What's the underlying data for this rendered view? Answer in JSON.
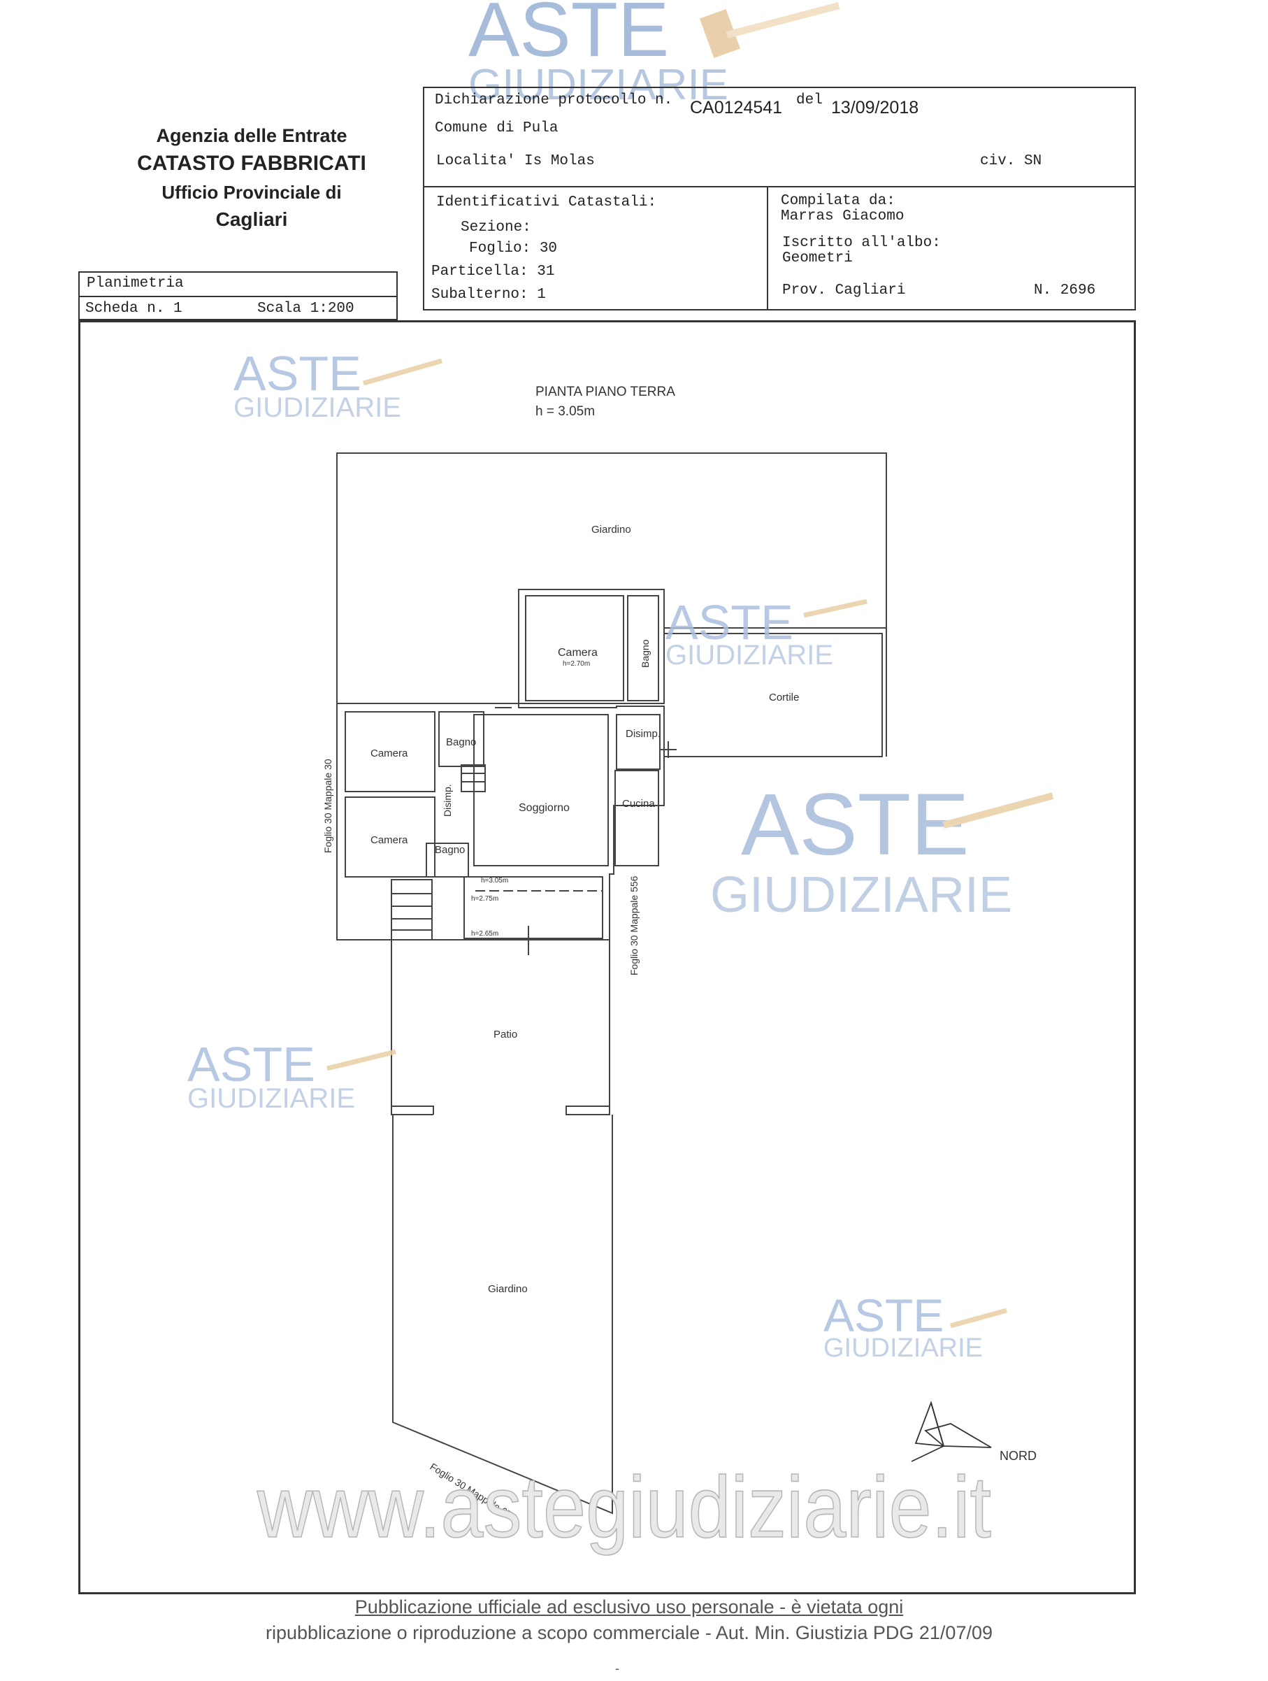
{
  "office": {
    "agency": "Agenzia delle Entrate",
    "catasto": "CATASTO FABBRICATI",
    "ufficio": "Ufficio Provinciale di",
    "city": "Cagliari"
  },
  "planimetria": {
    "title": "Planimetria",
    "scheda": "Scheda n. 1",
    "scala": "Scala 1:200"
  },
  "declaration": {
    "label": "Dichiarazione protocollo n.",
    "protocol": "CA0124541",
    "del_label": "del",
    "date": "13/09/2018",
    "comune": "Comune di Pula",
    "localita": "Localita' Is Molas",
    "civ": "civ. SN"
  },
  "identificativi": {
    "title": "Identificativi Catastali:",
    "sezione": "Sezione:",
    "foglio": "Foglio: 30",
    "particella": "Particella: 31",
    "subalterno": "Subalterno: 1"
  },
  "compilata": {
    "title": "Compilata da:",
    "name": "Marras Giacomo",
    "iscritto": "Iscritto all'albo:",
    "albo": "Geometri",
    "prov": "Prov. Cagliari",
    "numero": "N. 2696"
  },
  "plan": {
    "title": "PIANTA PIANO TERRA",
    "height": "h = 3.05m",
    "rooms": {
      "giardino_top": "Giardino",
      "camera_top": "Camera",
      "camera_top_h": "h=2.70m",
      "bagno_top": "Bagno",
      "cortile": "Cortile",
      "disimp_right": "Disimp.",
      "camera_left1": "Camera",
      "bagno_left1": "Bagno",
      "disimp_left": "Disimp.",
      "soggiorno": "Soggiorno",
      "cucina": "Cucina",
      "camera_left2": "Camera",
      "bagno_left2": "Bagno",
      "h305": "h=3.05m",
      "h275": "h=2.75m",
      "h265": "h=2.65m",
      "patio": "Patio",
      "giardino_bottom": "Giardino"
    },
    "boundaries": {
      "left": "Foglio 30 Mappale 30",
      "right": "Foglio 30 Mappale 556",
      "bottom": "Foglio 30 Mappale 674"
    },
    "nord": "NORD"
  },
  "watermark": {
    "aste": "ASTE",
    "giudiziarie": "GIUDIZIARIE",
    "site": "www.astegiudiziarie.it"
  },
  "footer": {
    "line1": "Pubblicazione ufficiale ad esclusivo uso personale - è vietata ogni",
    "line2": "ripubblicazione o riproduzione a scopo commerciale - Aut. Min. Giustizia PDG 21/07/09",
    "dash": "-"
  }
}
